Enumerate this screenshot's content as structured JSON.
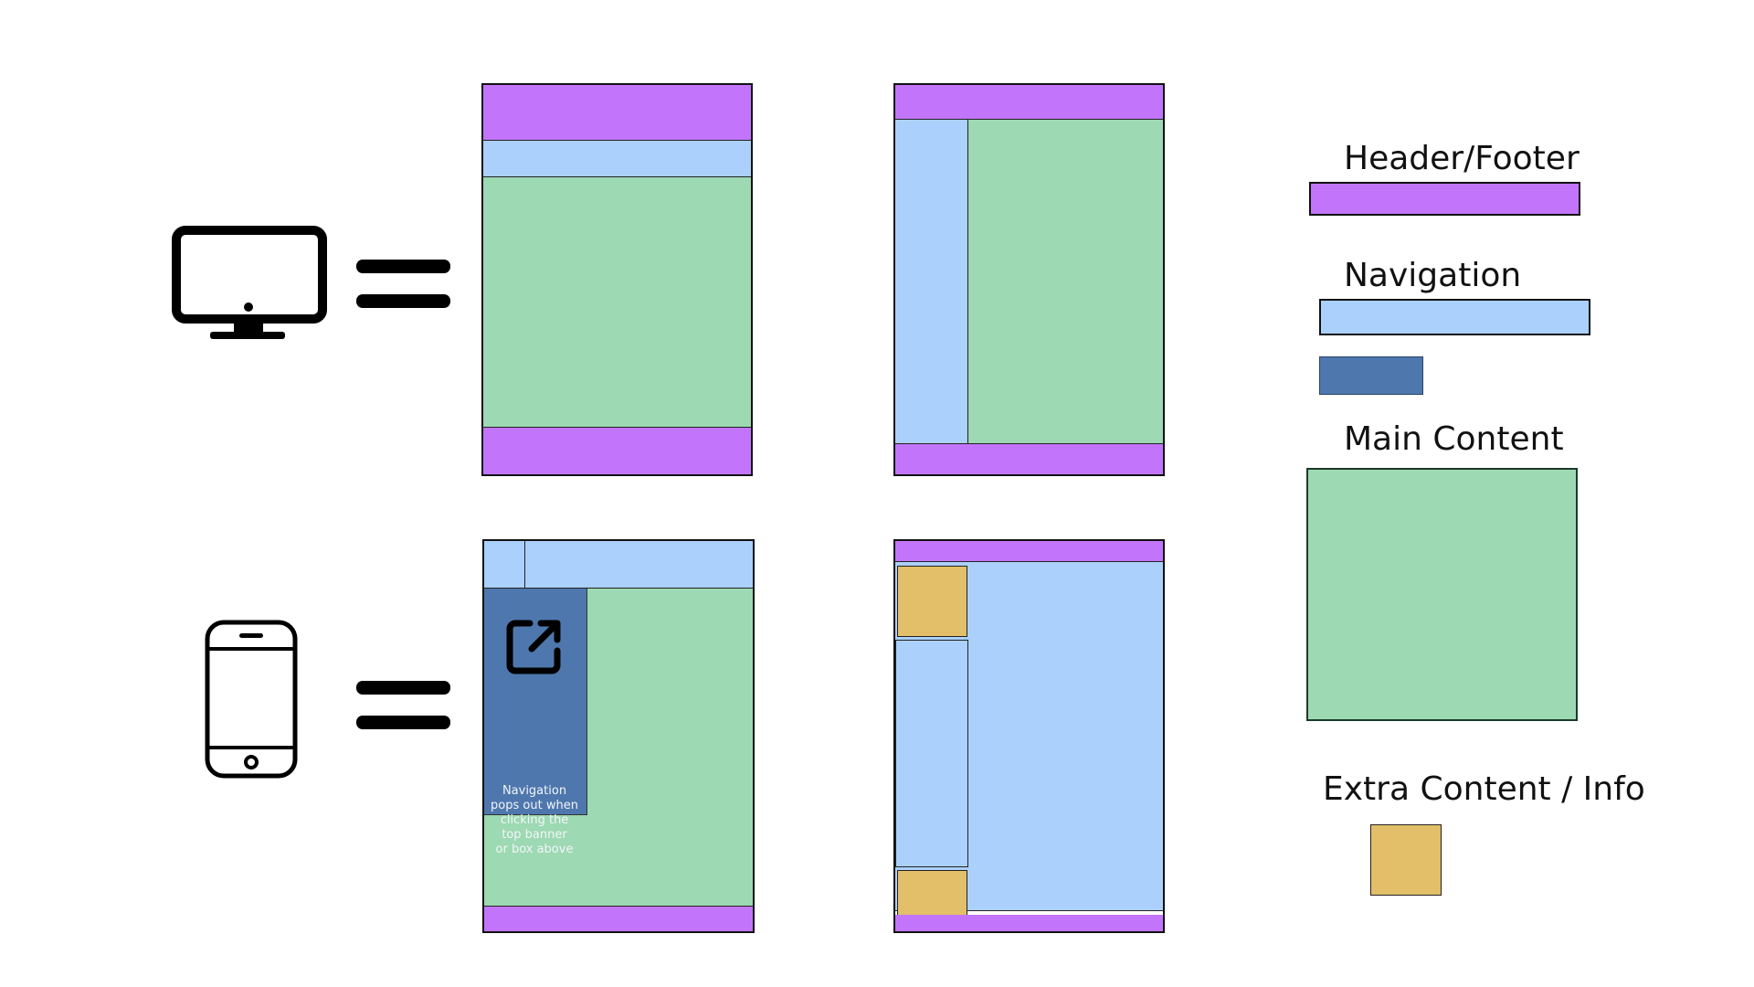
{
  "devices": {
    "desktop": {
      "icon": "desktop-monitor-icon"
    },
    "mobile": {
      "icon": "mobile-phone-icon"
    }
  },
  "mobile_popout": {
    "icon": "external-link-icon",
    "lines": [
      "Navigation",
      "pops out when",
      "clicking the",
      "top banner",
      "or box above"
    ]
  },
  "legend": {
    "header_footer": "Header/Footer",
    "navigation": "Navigation",
    "main_content": "Main Content",
    "extra_content": "Extra Content / Info"
  },
  "colors": {
    "header_footer": "#c275fb",
    "navigation_light": "#abd0fb",
    "navigation_dark": "#4e77ad",
    "main_content": "#9dd9b2",
    "extra_content": "#e2bf68"
  }
}
